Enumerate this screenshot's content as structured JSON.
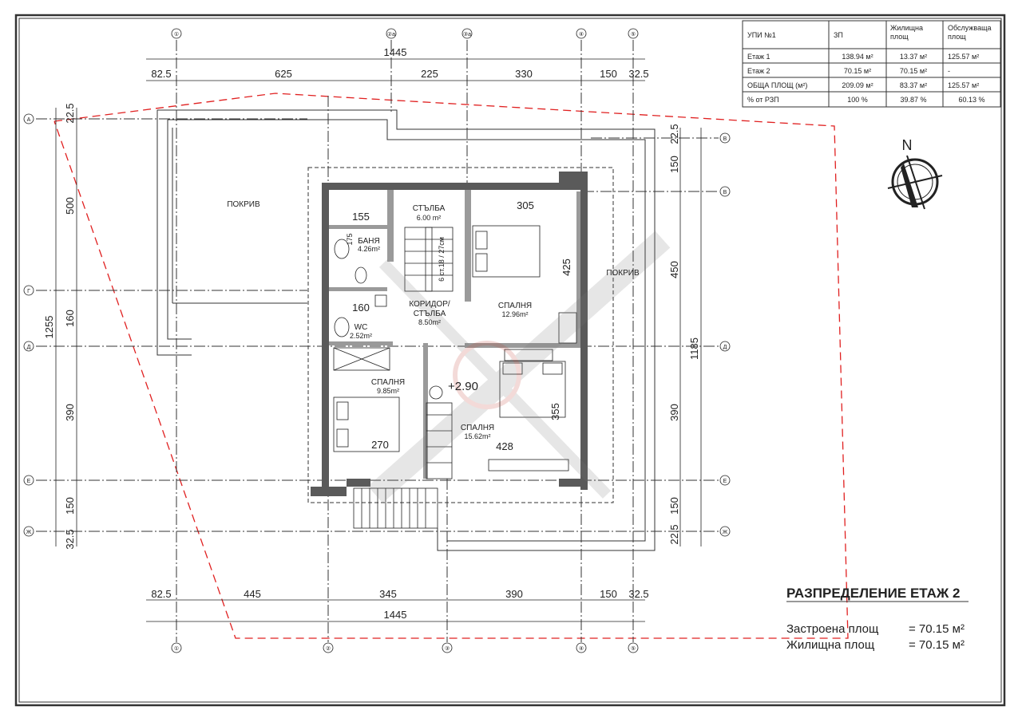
{
  "table": {
    "header": [
      "УПИ №1",
      "ЗП",
      "Жилищна\nплощ",
      "Обслужваща\nплощ"
    ],
    "rows": [
      [
        "Етаж 1",
        "138.94 м²",
        "13.37 м²",
        "125.57 м²"
      ],
      [
        "Етаж 2",
        "70.15 м²",
        "70.15 м²",
        "-"
      ],
      [
        "ОБЩА ПЛОЩ  (м²)",
        "209.09 м²",
        "83.37 м²",
        "125.57 м²"
      ],
      [
        "% от РЗП",
        "100 %",
        "39.87 %",
        "60.13 %"
      ]
    ]
  },
  "title": "РАЗПРЕДЕЛЕНИЕ ЕТАЖ 2",
  "summary": [
    {
      "label": "Застроена площ",
      "value": "= 70.15 м²"
    },
    {
      "label": "Жилищна площ",
      "value": "= 70.15 м²"
    }
  ],
  "north_label": "N",
  "axes_top": [
    "①",
    "②а",
    "③а",
    "④",
    "⑤"
  ],
  "axes_bottom": [
    "①",
    "②",
    "③",
    "④",
    "⑤"
  ],
  "axes_rows": [
    "A",
    "B",
    "Г",
    "Д",
    "Е",
    "Ж"
  ],
  "dims_top": {
    "total": "1445",
    "segments": [
      "82.5",
      "625",
      "225",
      "330",
      "150",
      "32.5"
    ]
  },
  "dims_bottom": {
    "total": "1445",
    "segments": [
      "82.5",
      "445",
      "345",
      "390",
      "150",
      "32.5"
    ]
  },
  "dims_left": {
    "total": "1255",
    "segments": [
      "22.5",
      "500",
      "160",
      "390",
      "150",
      "32.5"
    ]
  },
  "dims_right": {
    "total": "1185",
    "segments": [
      "22.5",
      "150",
      "450",
      "390",
      "150",
      "22.5"
    ]
  },
  "rooms": {
    "roof_left": "ПОКРИВ",
    "roof_right": "ПОКРИВ",
    "stairs": "СТЪЛБА",
    "stairs_area": "6.00 m²",
    "bath": "БАНЯ",
    "bath_area": "4.26m²",
    "wc": "WC",
    "wc_area": "2.52m²",
    "corridor": "КОРИДОР/",
    "corridor2": "СТЪЛБА",
    "corridor_area": "8.50m²",
    "bed1": "СПАЛНЯ",
    "bed1_area": "12.96m²",
    "bed2": "СПАЛНЯ",
    "bed2_area": "9.85m²",
    "bed3": "СПАЛНЯ",
    "bed3_area": "15.62m²",
    "level": "+2.90",
    "stair_steps": "6 ст.18 / 27см"
  },
  "inner_dims": [
    "155",
    "305",
    "425",
    "270",
    "428",
    "355",
    "175",
    "160"
  ]
}
